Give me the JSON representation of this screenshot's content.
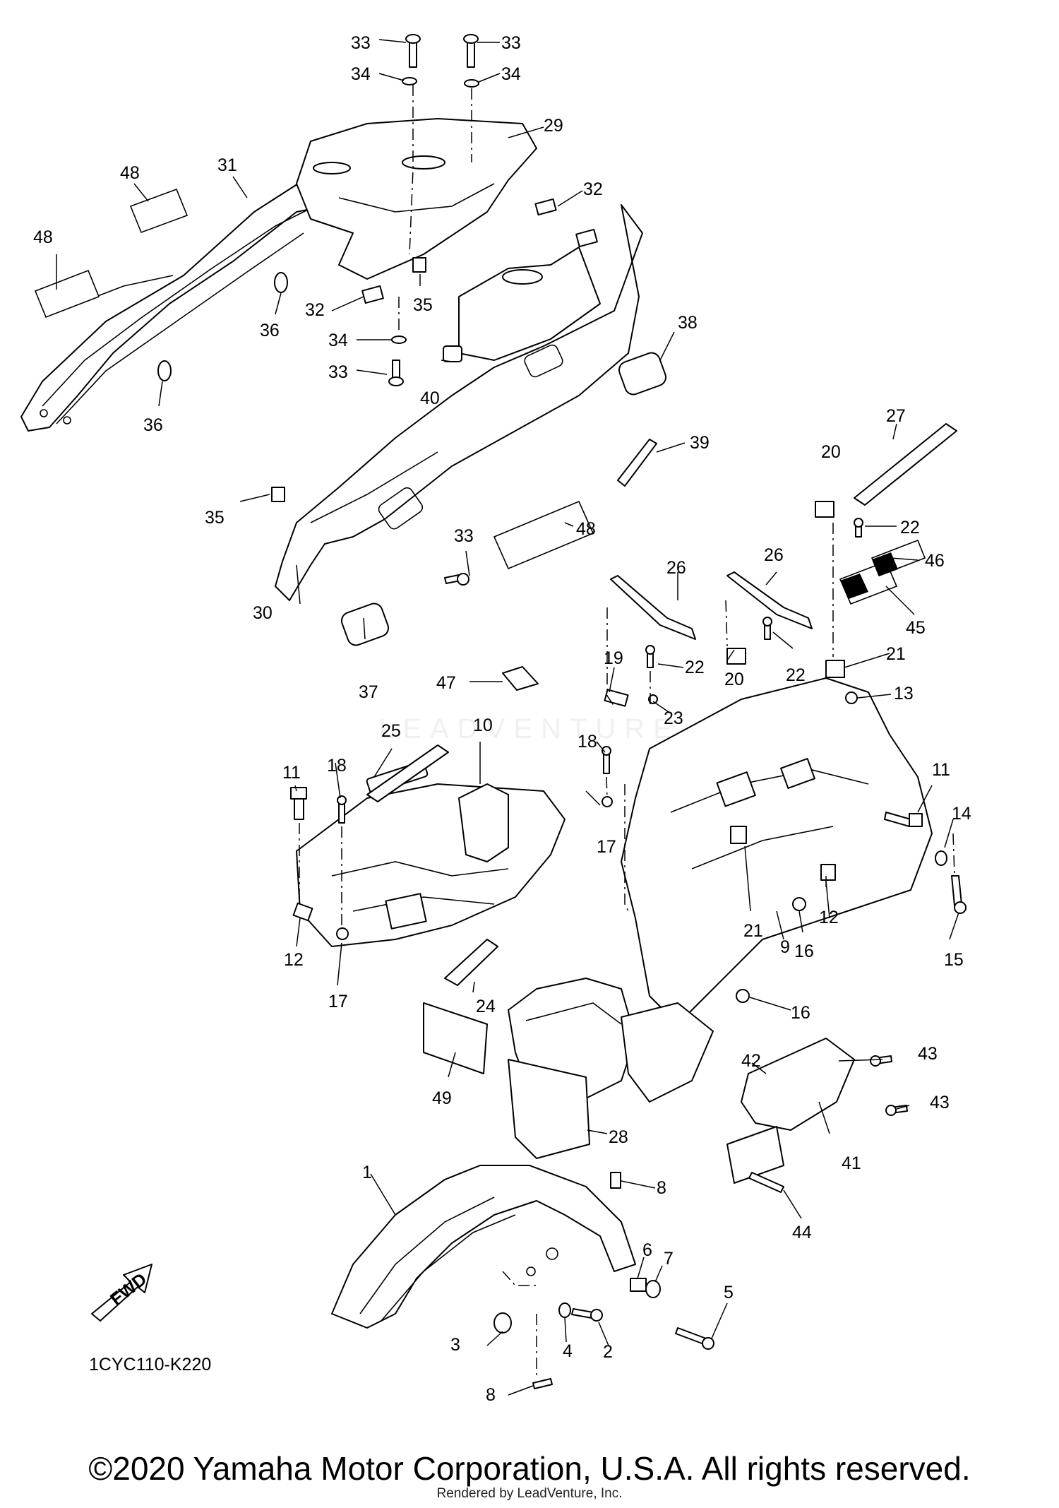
{
  "diagram_code": "1CYC110-K220",
  "fwd_label": "FWD",
  "footer": {
    "copyright": "©2020 Yamaha Motor Corporation, U.S.A. All rights reserved.",
    "rendered_by": "Rendered by LeadVenture, Inc."
  },
  "watermark": "LEADVENTURE",
  "callouts": {
    "c1": "1",
    "c2": "2",
    "c3": "3",
    "c4": "4",
    "c5": "5",
    "c6": "6",
    "c7": "7",
    "c8a": "8",
    "c8b": "8",
    "c9": "9",
    "c10": "10",
    "c11a": "11",
    "c11b": "11",
    "c12a": "12",
    "c12b": "12",
    "c13": "13",
    "c14": "14",
    "c15": "15",
    "c16a": "16",
    "c16b": "16",
    "c17a": "17",
    "c17b": "17",
    "c18a": "18",
    "c18b": "18",
    "c19": "19",
    "c20a": "20",
    "c20b": "20",
    "c21a": "21",
    "c21b": "21",
    "c22a": "22",
    "c22b": "22",
    "c22c": "22",
    "c23": "23",
    "c24": "24",
    "c25": "25",
    "c26a": "26",
    "c26b": "26",
    "c27": "27",
    "c28": "28",
    "c29": "29",
    "c30": "30",
    "c31": "31",
    "c32a": "32",
    "c32b": "32",
    "c33a": "33",
    "c33b": "33",
    "c33c": "33",
    "c33d": "33",
    "c34a": "34",
    "c34b": "34",
    "c34c": "34",
    "c35a": "35",
    "c35b": "35",
    "c36a": "36",
    "c36b": "36",
    "c37": "37",
    "c38": "38",
    "c39": "39",
    "c40": "40",
    "c41": "41",
    "c42": "42",
    "c43a": "43",
    "c43b": "43",
    "c44": "44",
    "c45": "45",
    "c46": "46",
    "c47": "47",
    "c48a": "48",
    "c48b": "48",
    "c48c": "48",
    "c49": "49"
  }
}
